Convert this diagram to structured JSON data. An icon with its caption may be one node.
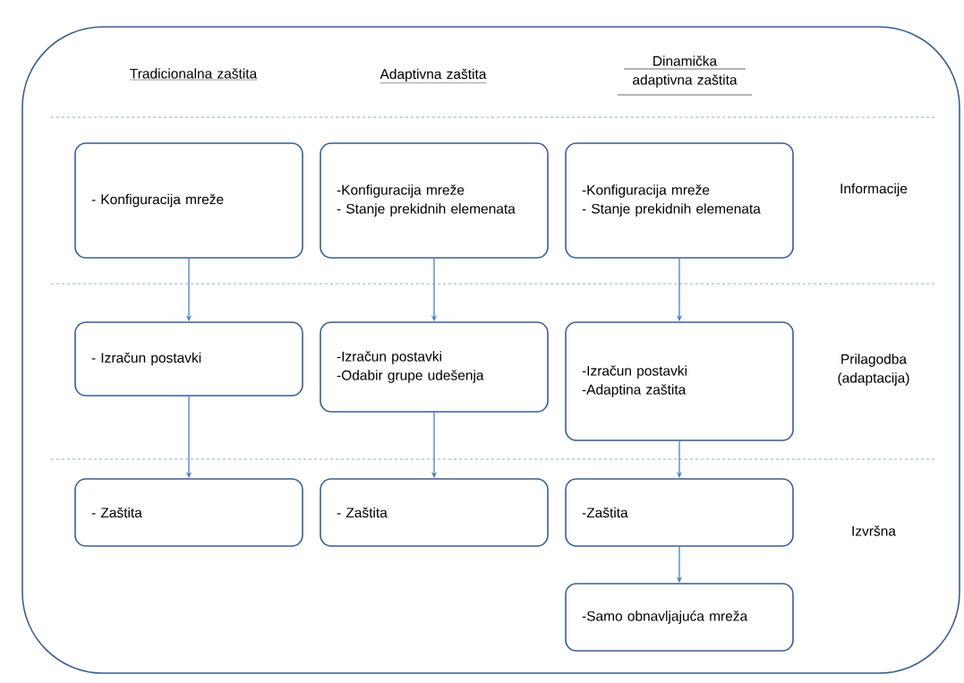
{
  "diagram": {
    "nodes": [
      {
        "text": [
          "- Konfiguracija mreže"
        ]
      },
      {
        "text": [
          "-Konfiguracija mreže",
          "- Stanje prekidnih elemenata"
        ]
      },
      {
        "text": [
          "-Konfiguracija mreže",
          "- Stanje prekidnih elemenata"
        ]
      },
      {
        "text": [
          "- Izračun postavki"
        ]
      },
      {
        "text": [
          "-Izračun postavki",
          "-Odabir grupe udešenja"
        ]
      },
      {
        "text": [
          "-Izračun postavki",
          "-Adaptina zaštita"
        ]
      },
      {
        "text": [
          "- Zaštita"
        ]
      },
      {
        "text": [
          "- Zaštita"
        ]
      },
      {
        "text": [
          "-Zaštita"
        ]
      },
      {
        "text": [
          "-Samo obnavljajuća mreža"
        ]
      }
    ],
    "edges": [
      {
        "from": 0,
        "to": 3,
        "arrow": "to"
      },
      {
        "from": 3,
        "to": 6,
        "arrow": "to"
      },
      {
        "from": 1,
        "to": 4,
        "arrow": "to"
      },
      {
        "from": 4,
        "to": 7,
        "arrow": "to"
      },
      {
        "from": 2,
        "to": 5,
        "arrow": "to"
      },
      {
        "from": 5,
        "to": 8,
        "arrow": "to"
      },
      {
        "from": 8,
        "to": 9,
        "arrow": "to"
      }
    ],
    "labels": [
      "Tradicionalna zaštita",
      "Adaptivna zaštita",
      "Dinamička adaptivna zaštita",
      "Informacije",
      "Prilagodba (adaptacija)",
      "Izvršna"
    ]
  }
}
